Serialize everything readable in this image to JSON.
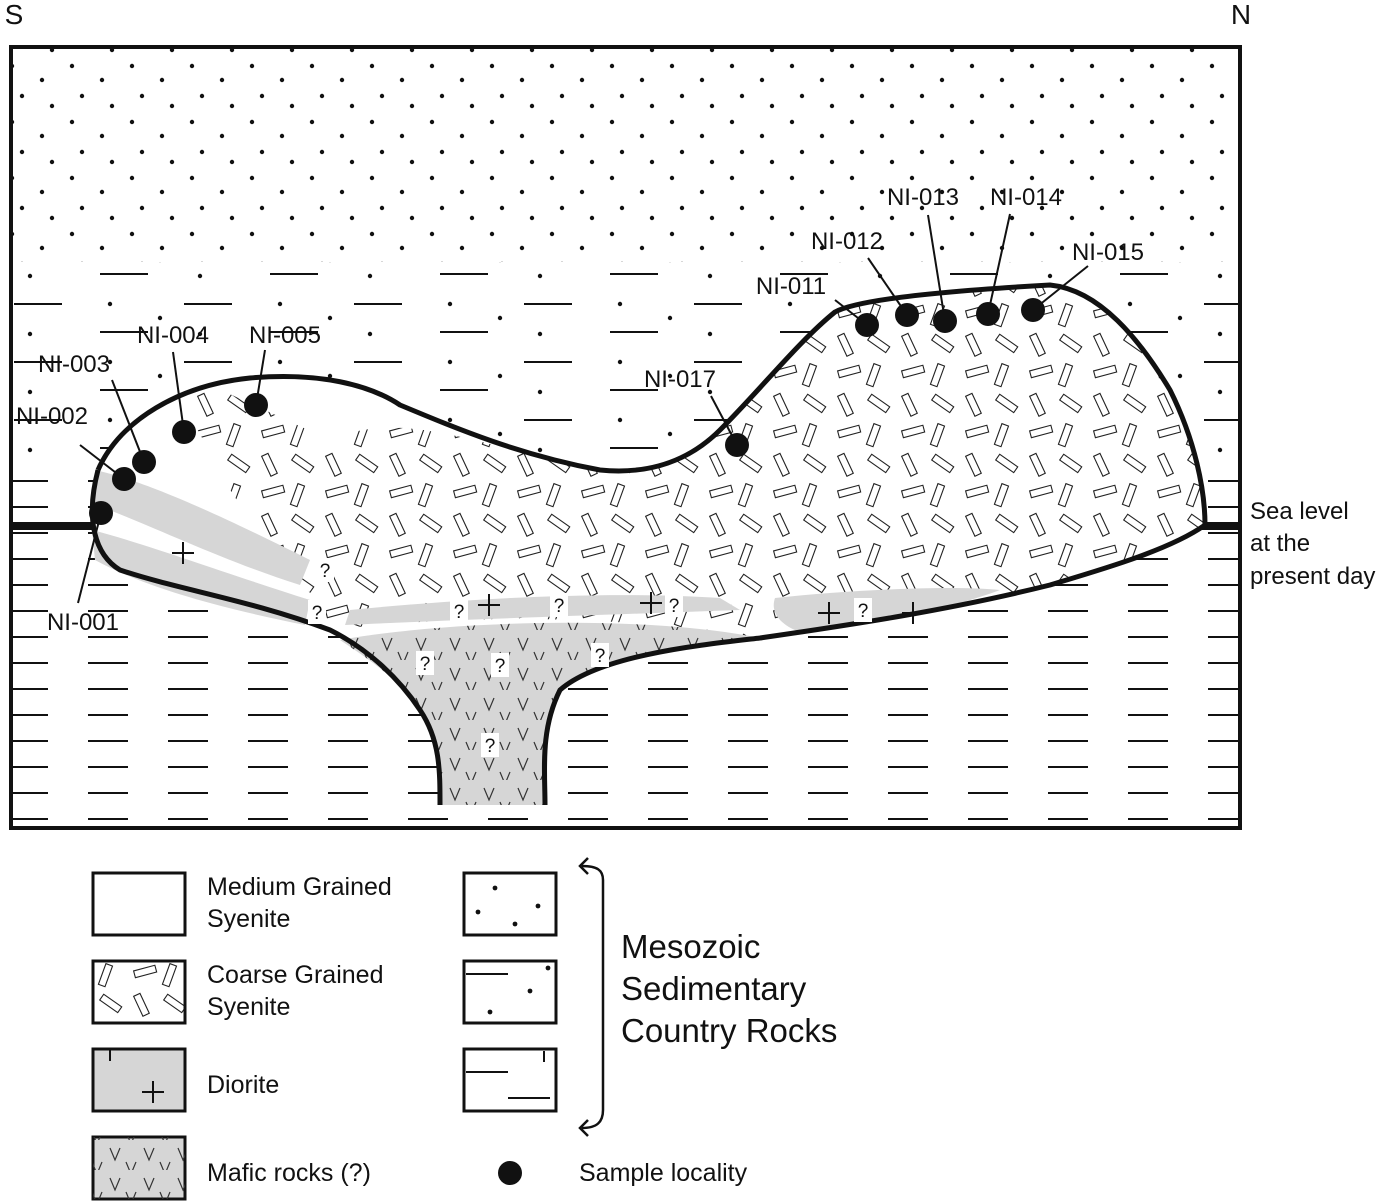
{
  "orientation": {
    "left": "S",
    "right": "N"
  },
  "sea_level_label": [
    "Sea level",
    "at the",
    "present day"
  ],
  "question_mark": "?",
  "samples": [
    {
      "id": "NI-001",
      "label": "NI-001"
    },
    {
      "id": "NI-002",
      "label": "NI-002"
    },
    {
      "id": "NI-003",
      "label": "NI-003"
    },
    {
      "id": "NI-004",
      "label": "NI-004"
    },
    {
      "id": "NI-005",
      "label": "NI-005"
    },
    {
      "id": "NI-011",
      "label": "NI-011"
    },
    {
      "id": "NI-012",
      "label": "NI-012"
    },
    {
      "id": "NI-013",
      "label": "NI-013"
    },
    {
      "id": "NI-014",
      "label": "NI-014"
    },
    {
      "id": "NI-015",
      "label": "NI-015"
    },
    {
      "id": "NI-017",
      "label": "NI-017"
    }
  ],
  "legend": {
    "medium_syenite": [
      "Medium Grained",
      "Syenite"
    ],
    "coarse_syenite": [
      "Coarse Grained",
      "Syenite"
    ],
    "diorite": "Diorite",
    "mafic": "Mafic rocks (?)",
    "sample": "Sample locality",
    "sedimentary": [
      "Mesozoic",
      "Sedimentary",
      "Country Rocks"
    ]
  },
  "colors": {
    "line": "#111111",
    "fill_grey": "#d6d6d6",
    "background": "#ffffff"
  }
}
